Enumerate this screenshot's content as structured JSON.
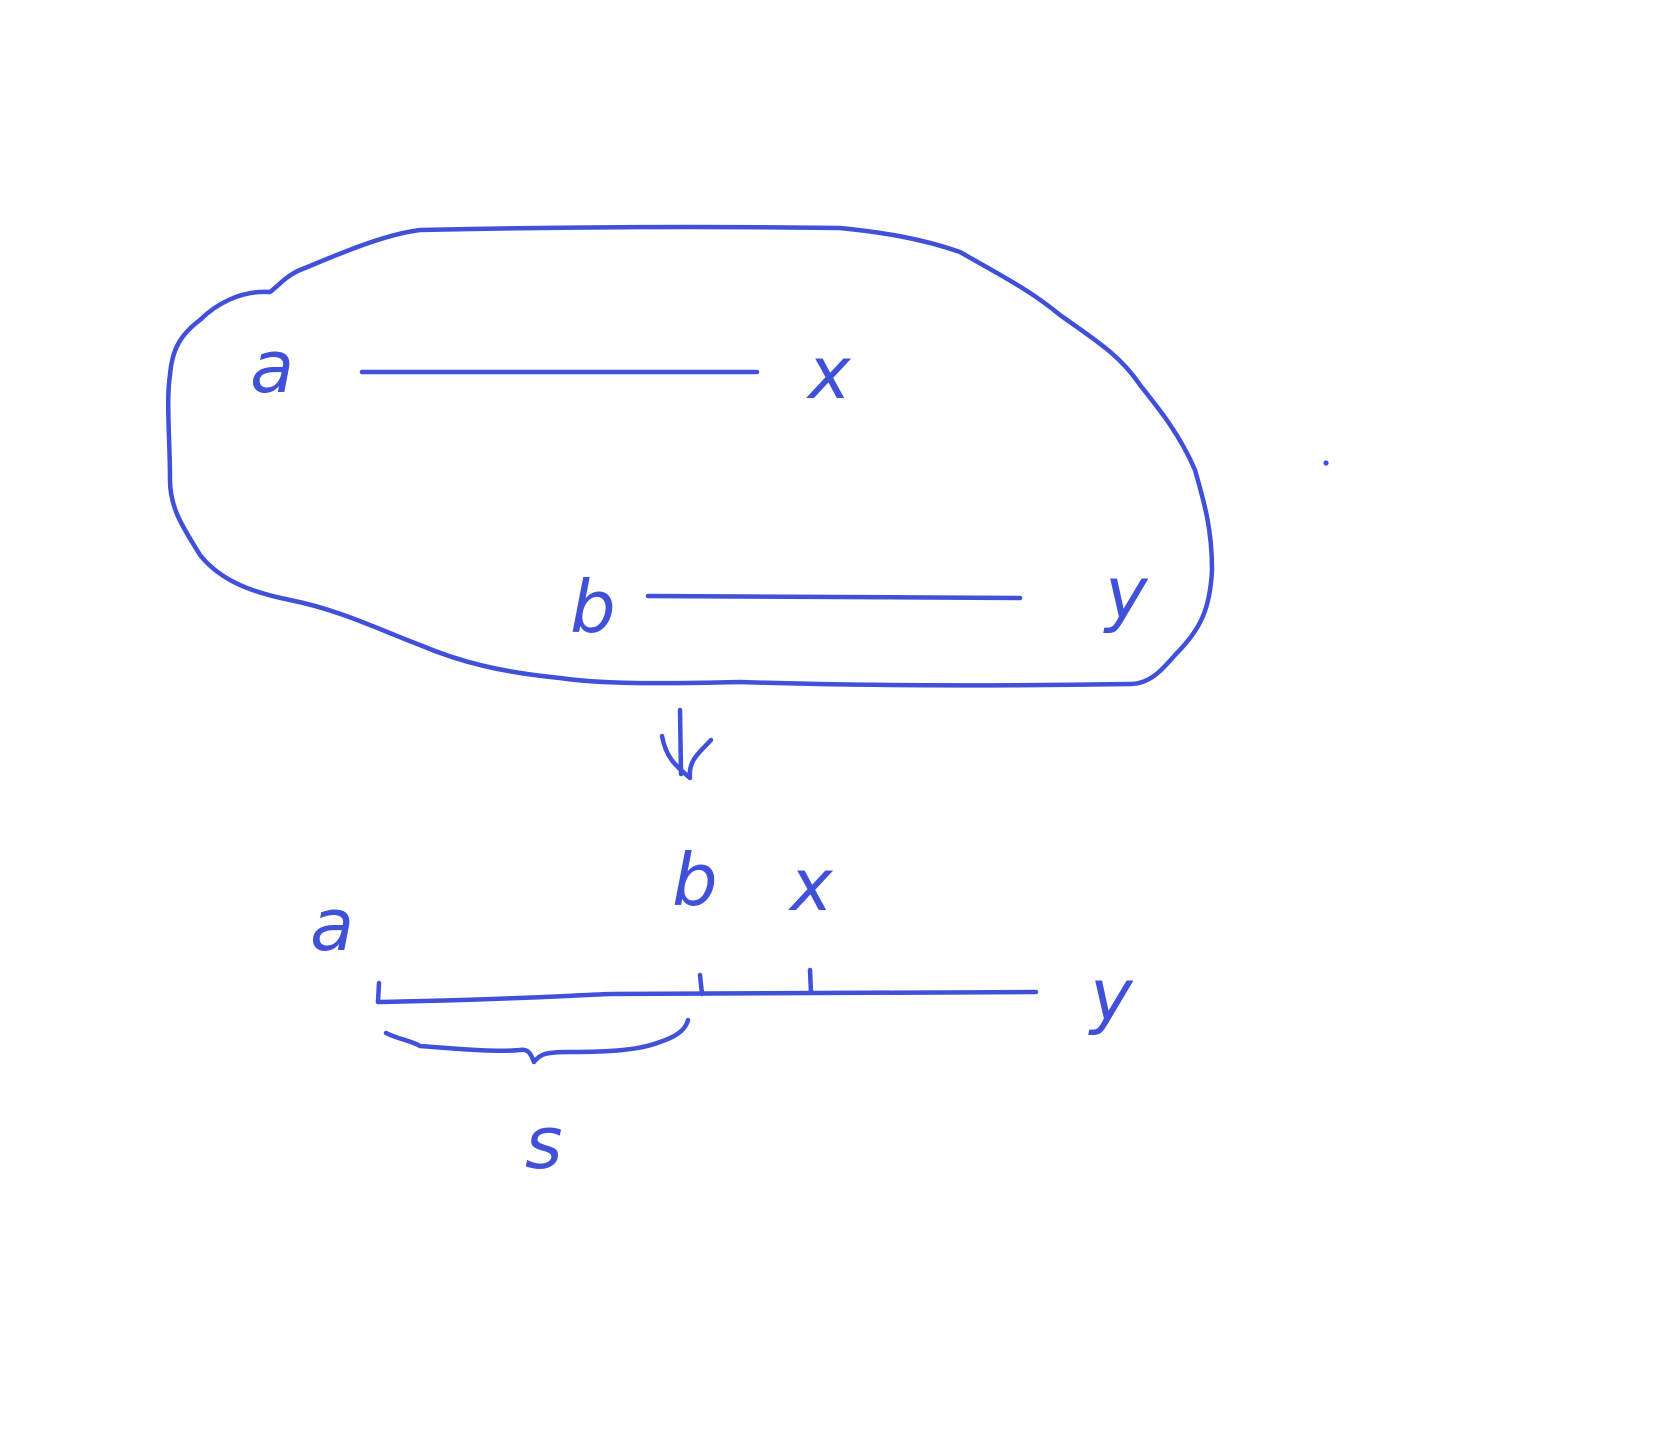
{
  "ink_color": "#4050d8",
  "background_color": "#ffffff",
  "top_group": {
    "pair_1": {
      "left": "a",
      "right": "x"
    },
    "pair_2": {
      "left": "b",
      "right": "y"
    }
  },
  "bottom_line": {
    "labels": {
      "a": "a",
      "b": "b",
      "x": "x",
      "y": "y"
    },
    "brace_label": "s"
  }
}
